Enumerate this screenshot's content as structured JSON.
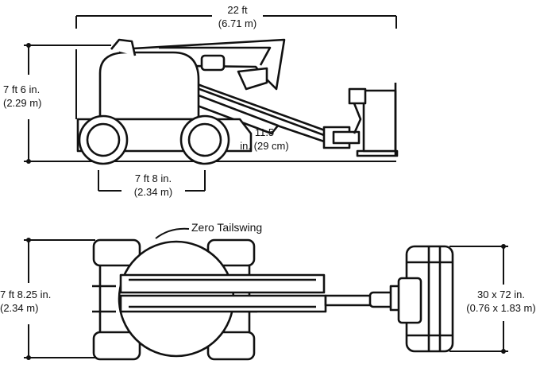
{
  "side_view": {
    "overall_length": {
      "imperial": "22 ft",
      "metric": "(6.71 m)"
    },
    "stowed_height": {
      "imperial": "7 ft 6 in.",
      "metric": "(2.29 m)"
    },
    "ground_clearance": {
      "imperial": "11.5",
      "metric": "in. (29 cm)"
    },
    "wheelbase": {
      "imperial": "7 ft 8 in.",
      "metric": "(2.34 m)"
    }
  },
  "top_view": {
    "tailswing_label": "Zero Tailswing",
    "overall_width": {
      "imperial": "7 ft 8.25 in.",
      "metric": "(2.34 m)"
    },
    "platform_size": {
      "imperial": "30 x 72 in.",
      "metric": "(0.76 x 1.83 m)"
    }
  }
}
